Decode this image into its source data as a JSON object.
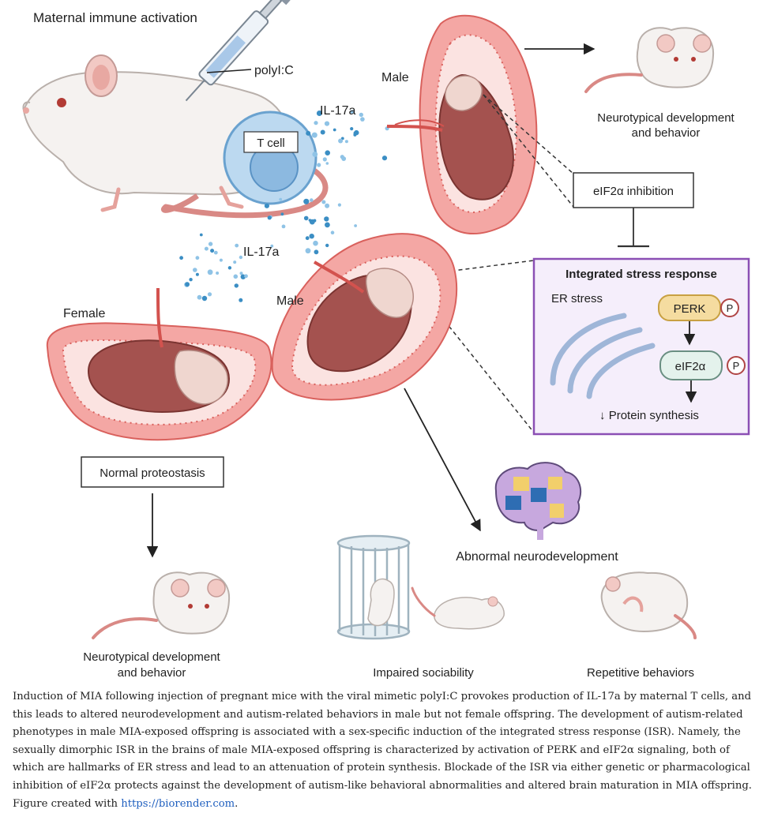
{
  "figure": {
    "title": "Maternal immune activation",
    "injection_label": "polyI:C",
    "t_cell_label": "T cell",
    "cytokine_label_1": "IL-17a",
    "cytokine_label_2": "IL-17a",
    "male_top_label": "Male",
    "male_bottom_label": "Male",
    "female_label": "Female",
    "outcome_top_line1": "Neurotypical development",
    "outcome_top_line2": "and behavior",
    "inhibition_label": "eIF2α inhibition",
    "isr": {
      "title": "Integrated stress response",
      "er_stress": "ER stress",
      "perk": "PERK",
      "p1": "P",
      "eif2a": "eIF2α",
      "p2": "P",
      "protein": "↓ Protein synthesis"
    },
    "normal_proteostasis": "Normal proteostasis",
    "outcome_bottom_line1": "Neurotypical development",
    "outcome_bottom_line2": "and behavior",
    "abnormal": "Abnormal neurodevelopment",
    "impaired": "Impaired sociability",
    "repetitive": "Repetitive behaviors"
  },
  "caption": {
    "text": "Induction of MIA following injection of pregnant mice with the viral mimetic polyI:C provokes production of IL-17a by maternal T cells, and this leads to altered neurodevelopment and autism-related behaviors in male but not female offspring. The development of autism-related phenotypes in male MIA-exposed offspring is associated with a sex-specific induction of the integrated stress response (ISR). Namely, the sexually dimorphic ISR in the brains of male MIA-exposed offspring is characterized by activation of PERK and eIF2α signaling, both of which are hallmarks of ER stress and lead to an attenuation of protein synthesis. Blockade of the ISR via either genetic or pharmacological inhibition of eIF2α protects against the development of autism-like behavioral abnormalities and altered brain maturation in MIA offspring. Figure created with",
    "link": "https://biorender.com",
    "tail": "."
  },
  "colors": {
    "uterus": "#f4a7a4",
    "uterus_dark": "#d9615d",
    "fetus": "#a4524f",
    "cytokine": "#3b8ec4",
    "isr_border": "#8b4fb4",
    "isr_bg": "#f5eefb",
    "perk": "#f5dca0",
    "eif2a": "#e4f2ec",
    "mouse": "#f5f2f0"
  }
}
